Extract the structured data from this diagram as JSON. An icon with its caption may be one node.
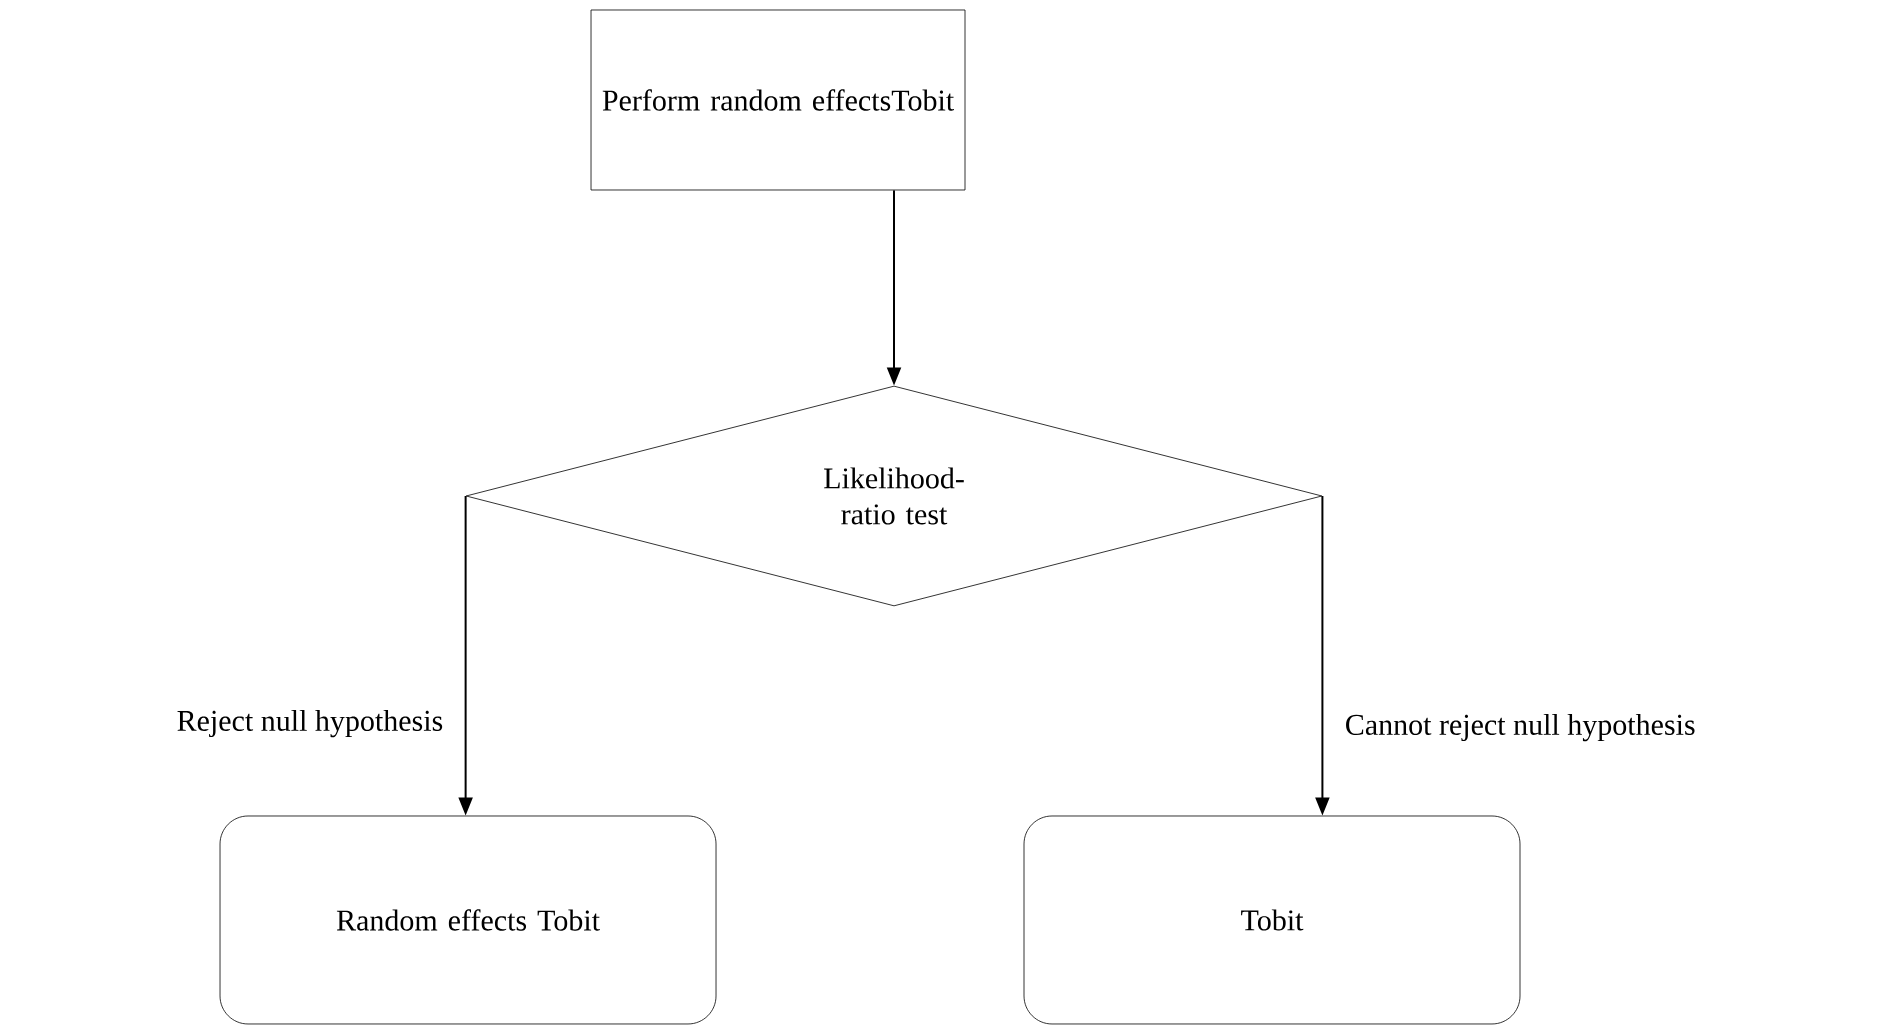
{
  "diagram": {
    "nodes": [
      {
        "text": [
          "Perform random effectsTobit"
        ]
      },
      {
        "text": [
          "Likelihood-ratio test"
        ]
      },
      {
        "text": [
          "Random effects Tobit"
        ]
      },
      {
        "text": [
          "Tobit"
        ]
      }
    ],
    "edges": [
      {
        "from": 0,
        "to": 1,
        "arrow": "to"
      },
      {
        "from": 1,
        "to": 2,
        "arrow": "to",
        "label": "Reject null hypothesis"
      },
      {
        "from": 1,
        "to": 3,
        "arrow": "to",
        "label": "Cannot reject null hypothesis"
      }
    ]
  }
}
